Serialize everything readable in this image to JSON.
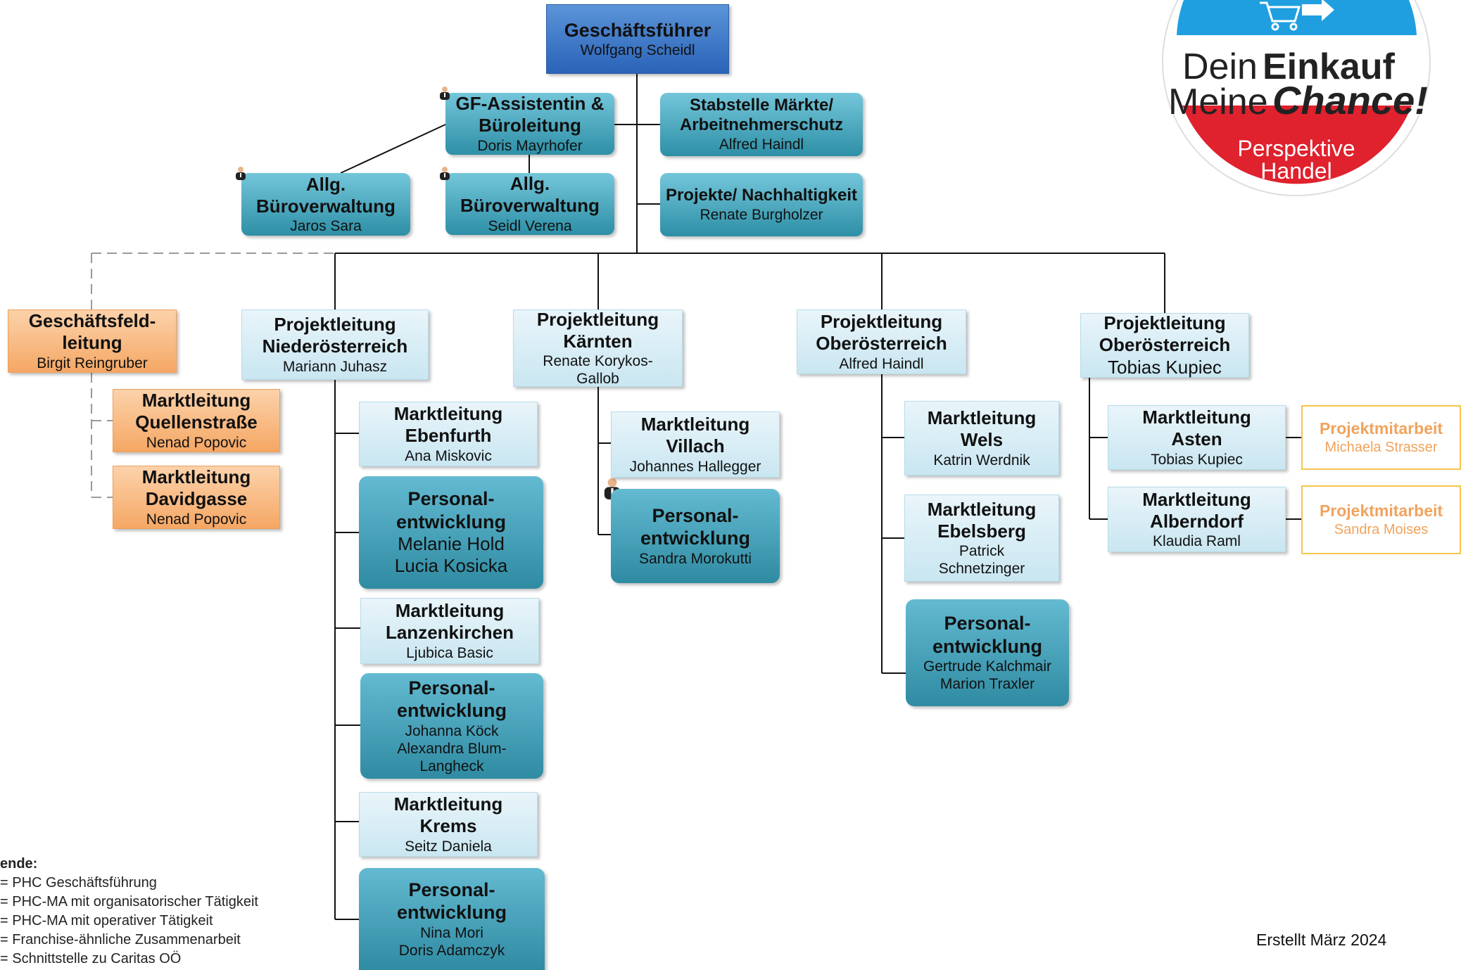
{
  "top": {
    "title": "Geschäftsführer",
    "name": "Wolfgang Scheidl"
  },
  "staff": {
    "assistant": {
      "title": "GF-Assistentin & Büroleitung",
      "name": "Doris Mayrhofer"
    },
    "stabstelle": {
      "title": "Stabstelle Märkte/ Arbeitnehmerschutz",
      "name": "Alfred Haindl"
    },
    "buero1": {
      "title": "Allg. Büroverwaltung",
      "name": "Jaros Sara"
    },
    "buero2": {
      "title": "Allg. Büroverwaltung",
      "name": "Seidl Verena"
    },
    "projekte": {
      "title": "Projekte/ Nachhaltigkeit",
      "name": "Renate Burgholzer"
    }
  },
  "geschaeftsfeld": {
    "lead": {
      "title": "Geschäftsfeld-leitung",
      "name": "Birgit Reingruber"
    },
    "m1": {
      "title": "Marktleitung Quellenstraße",
      "name": "Nenad Popovic"
    },
    "m2": {
      "title": "Marktleitung Davidgasse",
      "name": "Nenad Popovic"
    }
  },
  "noe": {
    "lead": {
      "title": "Projektleitung Niederösterreich",
      "name": "Mariann Juhasz"
    },
    "m1": {
      "title": "Marktleitung Ebenfurth",
      "name": "Ana Miskovic"
    },
    "p1": {
      "title": "Personal-entwicklung",
      "name1": "Melanie Hold",
      "name2": "Lucia Kosicka"
    },
    "m2": {
      "title": "Marktleitung Lanzenkirchen",
      "name": "Ljubica Basic"
    },
    "p2": {
      "title": "Personal-entwicklung",
      "name1": "Johanna Köck",
      "name2": "Alexandra Blum-Langheck"
    },
    "m3": {
      "title": "Marktleitung Krems",
      "name": "Seitz Daniela"
    },
    "p3": {
      "title": "Personal-entwicklung",
      "name1": "Nina Mori",
      "name2": "Doris Adamczyk"
    }
  },
  "ktn": {
    "lead": {
      "title": "Projektleitung Kärnten",
      "name": "Renate Korykos-Gallob"
    },
    "m1": {
      "title": "Marktleitung Villach",
      "name": "Johannes Hallegger"
    },
    "p1": {
      "title": "Personal-entwicklung",
      "name": "Sandra Morokutti"
    }
  },
  "ooe1": {
    "lead": {
      "title": "Projektleitung Oberösterreich",
      "name": "Alfred Haindl"
    },
    "m1": {
      "title": "Marktleitung Wels",
      "name": "Katrin Werdnik"
    },
    "m2": {
      "title": "Marktleitung Ebelsberg",
      "name": "Patrick Schnetzinger"
    },
    "p1": {
      "title": "Personal-entwicklung",
      "name1": "Gertrude Kalchmair",
      "name2": "Marion Traxler"
    }
  },
  "ooe2": {
    "lead": {
      "title": "Projektleitung Oberösterreich",
      "name": "Tobias Kupiec"
    },
    "m1": {
      "title": "Marktleitung Asten",
      "name": "Tobias Kupiec"
    },
    "m2": {
      "title": "Marktleitung Alberndorf",
      "name": "Klaudia Raml"
    },
    "pm1": {
      "title": "Projektmitarbeit",
      "name": "Michaela Strasser"
    },
    "pm2": {
      "title": "Projektmitarbeit",
      "name": "Sandra Moises"
    }
  },
  "logo": {
    "line1a": "Dein",
    "line1b": "Einkauf",
    "line2a": "Meine",
    "line2b": "Chance!",
    "line3": "Perspektive",
    "line4": "Handel"
  },
  "legend": {
    "heading": "ende:",
    "items": [
      "= PHC Geschäftsführung",
      "= PHC-MA mit organisatorischer Tätigkeit",
      "= PHC-MA mit operativer Tätigkeit",
      "= Franchise-ähnliche Zusammenarbeit",
      "= Schnittstelle zu Caritas OÖ"
    ]
  },
  "created": "Erstellt März 2024",
  "colors": {
    "gf": "#2a63b8",
    "staff": "#3a9ab3",
    "light": "#d6edf5",
    "orange": "#f5a764",
    "yellow": "#f5c64a",
    "logo_blue": "#1f9fe0",
    "logo_red": "#e0212e"
  }
}
